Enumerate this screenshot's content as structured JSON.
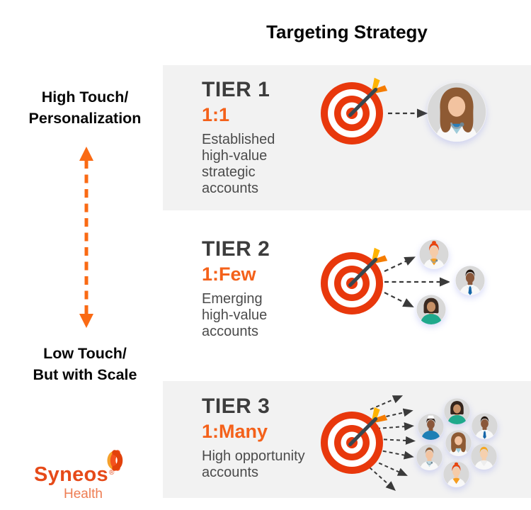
{
  "title": "Targeting Strategy",
  "left_axis": {
    "high_line1": "High Touch/",
    "high_line2": "Personalization",
    "low_line1": "Low Touch/",
    "low_line2": "But with Scale"
  },
  "tiers": [
    {
      "name": "TIER 1",
      "ratio": "1:1",
      "description": "Established\nhigh-value\nstrategic\naccounts",
      "avatars": [
        {
          "name": "female-doctor-avatar",
          "style": "long",
          "hair": "#8E5A33",
          "skin": "#F2C3A0",
          "coat": "#F8F8F8",
          "shirt": "#9ECBD9",
          "collar": "#2C7FB8",
          "stethoscope": true
        }
      ]
    },
    {
      "name": "TIER 2",
      "ratio": "1:Few",
      "description": "Emerging\nhigh-value\naccounts",
      "avatars": [
        {
          "name": "redhead-clinician-avatar",
          "style": "updo",
          "hair": "#E8450F",
          "skin": "#F5CBA8",
          "coat": "#F8F8F8",
          "shirt": "#F59D1F",
          "stethoscope": true
        },
        {
          "name": "male-doctor-tie-avatar",
          "style": "short",
          "hair": "#241710",
          "skin": "#8A573A",
          "coat": "#F8F8F8",
          "shirt": "#DCE8F0",
          "tie": "#1565A8"
        },
        {
          "name": "teal-scrubs-avatar",
          "style": "bob",
          "hair": "#3B2A21",
          "skin": "#C79066",
          "coat": "#1FA98C",
          "shirt": "#1FA98C"
        }
      ]
    },
    {
      "name": "TIER 3",
      "ratio": "1:Many",
      "description": "High opportunity\naccounts",
      "avatars": [
        {
          "name": "nurse-cap-avatar",
          "style": "cap",
          "hair": "#2E1E16",
          "skin": "#8A573A",
          "coat": "#1D7FB5",
          "shirt": "#1D7FB5"
        },
        {
          "name": "teal-scrubs-avatar",
          "style": "bob",
          "hair": "#33241C",
          "skin": "#C79066",
          "coat": "#1FA98C",
          "shirt": "#1FA98C"
        },
        {
          "name": "male-doctor-tie-avatar",
          "style": "short",
          "hair": "#241710",
          "skin": "#8A573A",
          "coat": "#F8F8F8",
          "shirt": "#DCE8F0",
          "tie": "#1565A8"
        },
        {
          "name": "female-doctor-avatar",
          "style": "long",
          "hair": "#8E5A33",
          "skin": "#F2C3A0",
          "coat": "#F8F8F8",
          "shirt": "#9ECBD9"
        },
        {
          "name": "male-doctor-avatar",
          "style": "short",
          "hair": "#8A5A35",
          "skin": "#F2C3A0",
          "coat": "#F8F8F8",
          "shirt": "#BFD9E2",
          "stethoscope": true
        },
        {
          "name": "blonde-clinician-avatar",
          "style": "short",
          "hair": "#F5A623",
          "skin": "#F6D0AE",
          "coat": "#F8F8F8",
          "shirt": "#EDEDED"
        },
        {
          "name": "redhead-clinician-avatar",
          "style": "updo",
          "hair": "#E8450F",
          "skin": "#F5CBA8",
          "coat": "#F8F8F8",
          "shirt": "#F59D1F"
        }
      ]
    }
  ],
  "logo": {
    "brand": "Syneos",
    "registered": "®",
    "sub": "Health"
  },
  "icons": {
    "target": "bullseye-with-dart-icon",
    "flow_arrow": "dashed-arrow-icon",
    "axis_arrow": "vertical-double-arrow-icon",
    "logo_mark": "syneos-logo-mark-icon"
  },
  "colors": {
    "accent_orange": "#F4611A",
    "target_red": "#E8380C",
    "dart_shaft": "#37474F",
    "dart_feather_yellow": "#FFB300",
    "dart_feather_orange": "#F57C00",
    "band_gray": "#F2F2F2",
    "heading_gray": "#3D3D3D",
    "body_gray": "#4B4B4B",
    "arrow_dark": "#3A3A3A",
    "axis_arrow_orange": "#FA6A14",
    "logo_red": "#E64A19",
    "logo_light": "#EE7D53",
    "avatar_bg": "#D8D8D8"
  }
}
